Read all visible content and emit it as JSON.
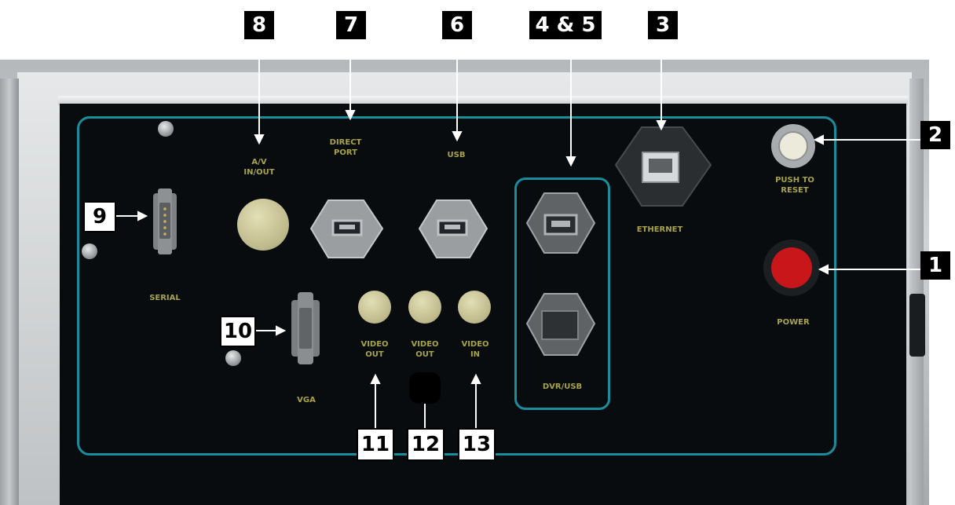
{
  "labels": {
    "av": "A/V\nIN/OUT",
    "direct_port": "DIRECT\nPORT",
    "usb": "USB",
    "ethernet": "ETHERNET",
    "push_to_reset": "PUSH TO\nRESET",
    "power": "POWER",
    "serial": "SERIAL",
    "vga": "VGA",
    "video_out_1": "VIDEO\nOUT",
    "video_out_2": "VIDEO\nOUT",
    "video_in": "VIDEO\nIN",
    "dvr_usb": "DVR/USB"
  },
  "callouts": {
    "c1": "1",
    "c2": "2",
    "c3": "3",
    "c45": "4 & 5",
    "c6": "6",
    "c7": "7",
    "c8": "8",
    "c9": "9",
    "c10": "10",
    "c11": "11",
    "c12": "12",
    "c13": "13"
  },
  "colors": {
    "panel": "#080c0f",
    "border": "#1a8d9c",
    "label_text": "#a8a34a",
    "power_button": "#c8161a"
  }
}
